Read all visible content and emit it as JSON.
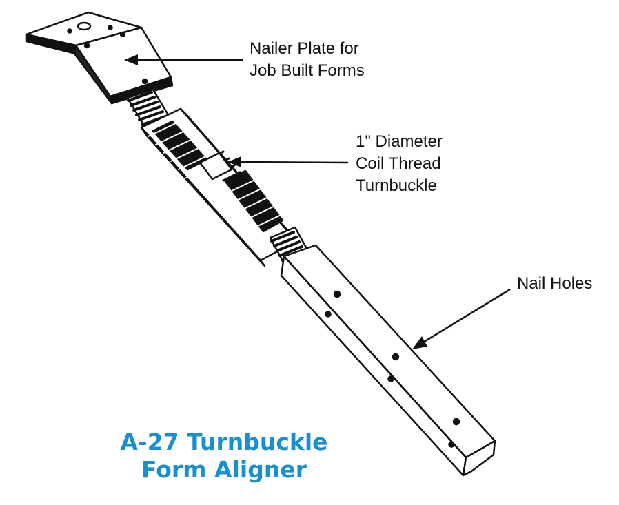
{
  "labels": {
    "nailer_plate": [
      "Nailer Plate for",
      "Job Built Forms"
    ],
    "turnbuckle": [
      "1\" Diameter",
      "Coil Thread",
      "Turnbuckle"
    ],
    "nail_holes": "Nail Holes"
  },
  "title": {
    "line1": "A-27 Turnbuckle",
    "line2": "Form Aligner"
  },
  "colors": {
    "title": "#1a8fd0",
    "ink": "#111111",
    "paper": "#ffffff"
  }
}
